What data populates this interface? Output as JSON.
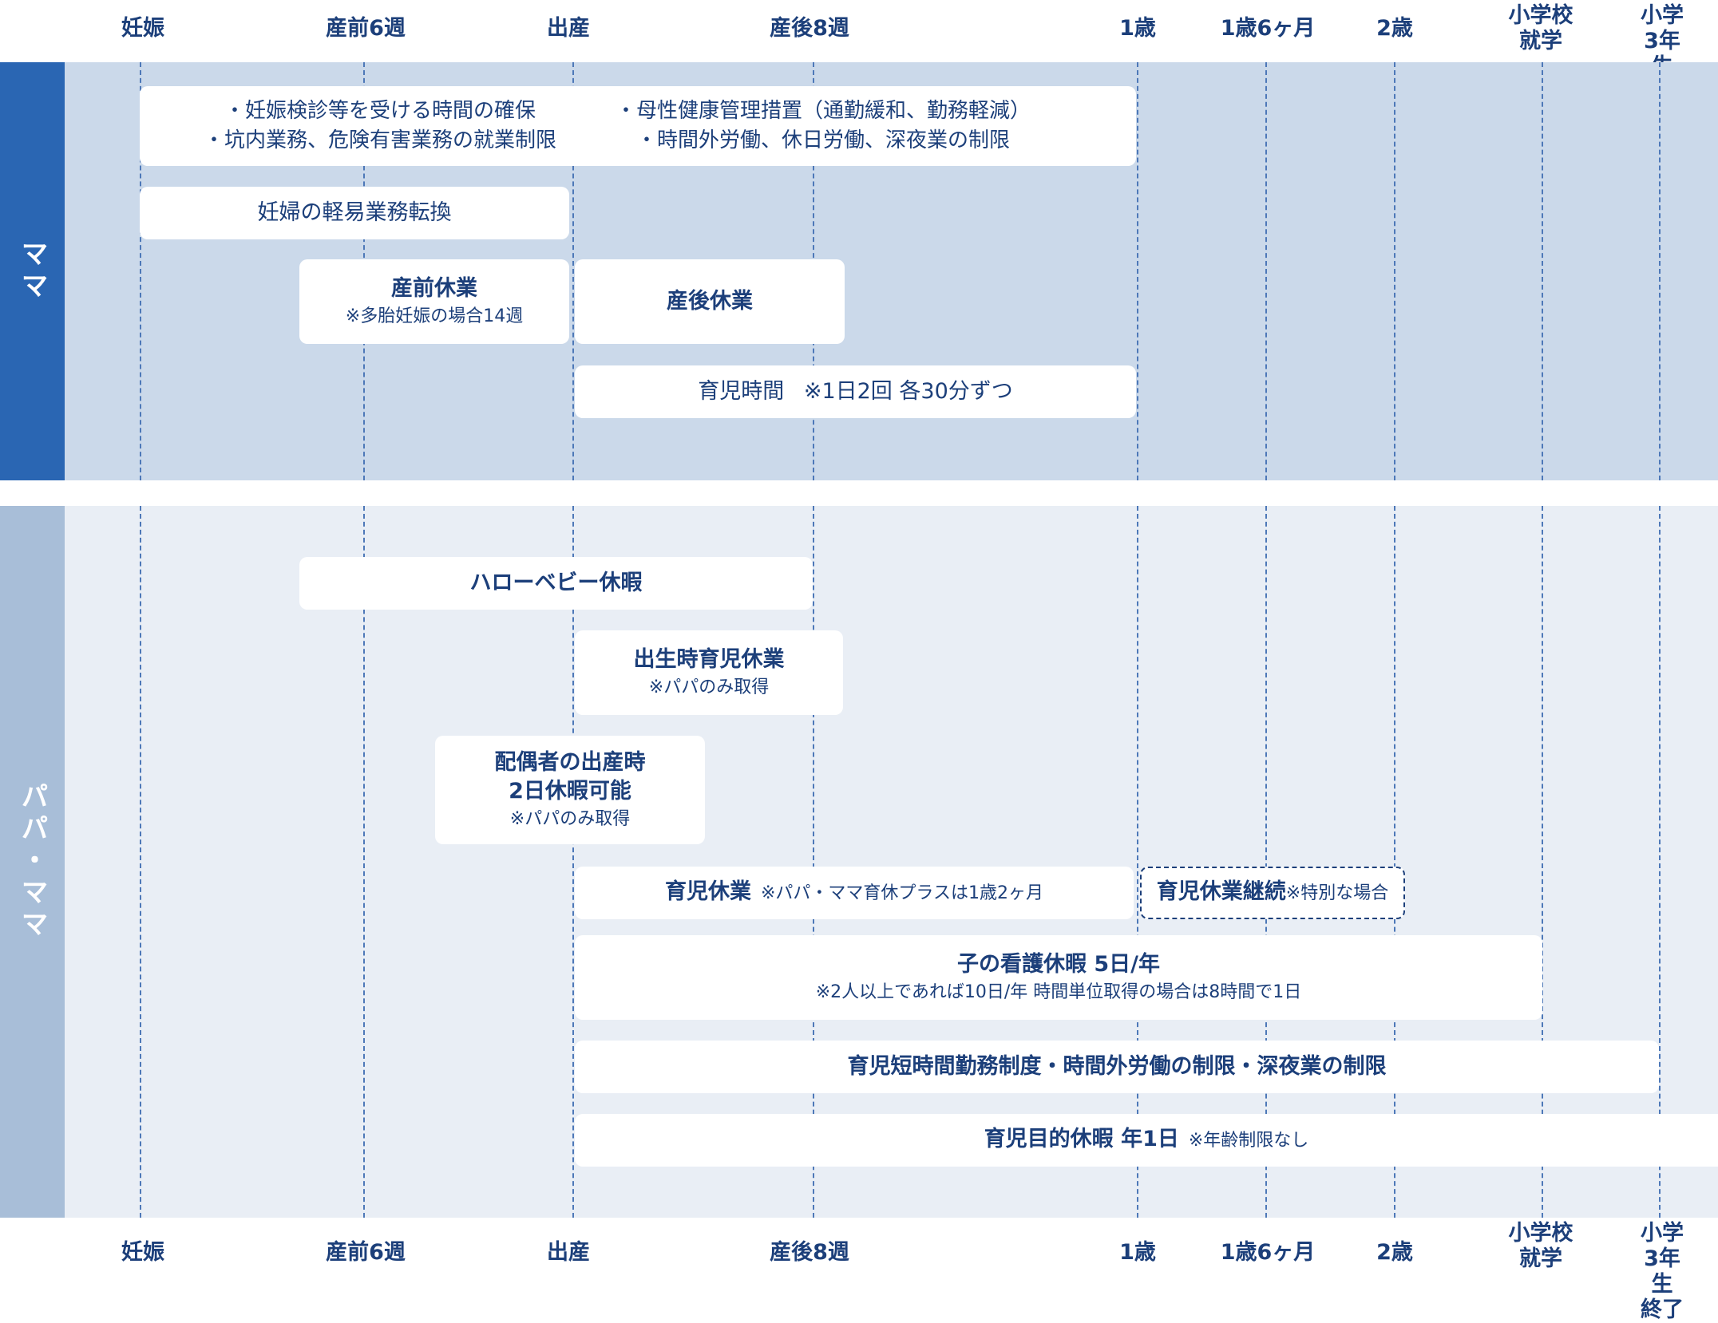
{
  "axis": {
    "ticks": [
      {
        "id": "ninshin",
        "label": "妊娠"
      },
      {
        "id": "sanzen6",
        "label": "産前6週"
      },
      {
        "id": "shussan",
        "label": "出産"
      },
      {
        "id": "sango8",
        "label": "産後8週"
      },
      {
        "id": "1sai",
        "label": "1歳"
      },
      {
        "id": "1sai6",
        "label": "1歳6ヶ月"
      },
      {
        "id": "2sai",
        "label": "2歳"
      },
      {
        "id": "shogakko",
        "label": "小学校\n就学"
      },
      {
        "id": "shogaku3",
        "label": "小学3年生\n終了"
      }
    ]
  },
  "sections": {
    "mama": {
      "label": "ママ"
    },
    "papa_mama": {
      "label": "パパ・ママ"
    }
  },
  "mama_items": {
    "protection": {
      "lines_left": [
        "・妊娠検診等を受ける時間の確保",
        "・坑内業務、危険有害業務の就業制限"
      ],
      "lines_right": [
        "・母性健康管理措置（通勤緩和、勤務軽減）",
        "・時間外労働、休日労働、深夜業の制限"
      ]
    },
    "light_work": {
      "title": "妊婦の軽易業務転換"
    },
    "prenatal": {
      "title": "産前休業",
      "note": "※多胎妊娠の場合14週"
    },
    "postnatal": {
      "title": "産後休業"
    },
    "nursing": {
      "title": "育児時間",
      "note": "※1日2回 各30分ずつ"
    }
  },
  "both_items": {
    "hello_baby": {
      "title": "ハローベビー休暇"
    },
    "birth_leave": {
      "title": "出生時育児休業",
      "note": "※パパのみ取得"
    },
    "spouse_leave": {
      "title1": "配偶者の出産時",
      "title2": "2日休暇可能",
      "note": "※パパのみ取得"
    },
    "childcare_leave": {
      "title": "育児休業",
      "note": "※パパ・ママ育休プラスは1歳2ヶ月"
    },
    "childcare_extend": {
      "title": "育児休業継続",
      "note": "※特別な場合"
    },
    "sick_child": {
      "title": "子の看護休暇 5日/年",
      "note": "※2人以上であれば10日/年 時間単位取得の場合は8時間で1日"
    },
    "short_time": {
      "title": "育児短時間勤務制度・時間外労働の制限・深夜業の制限"
    },
    "purpose_leave": {
      "title": "育児目的休暇 年1日",
      "note": "※年齢制限なし"
    }
  }
}
